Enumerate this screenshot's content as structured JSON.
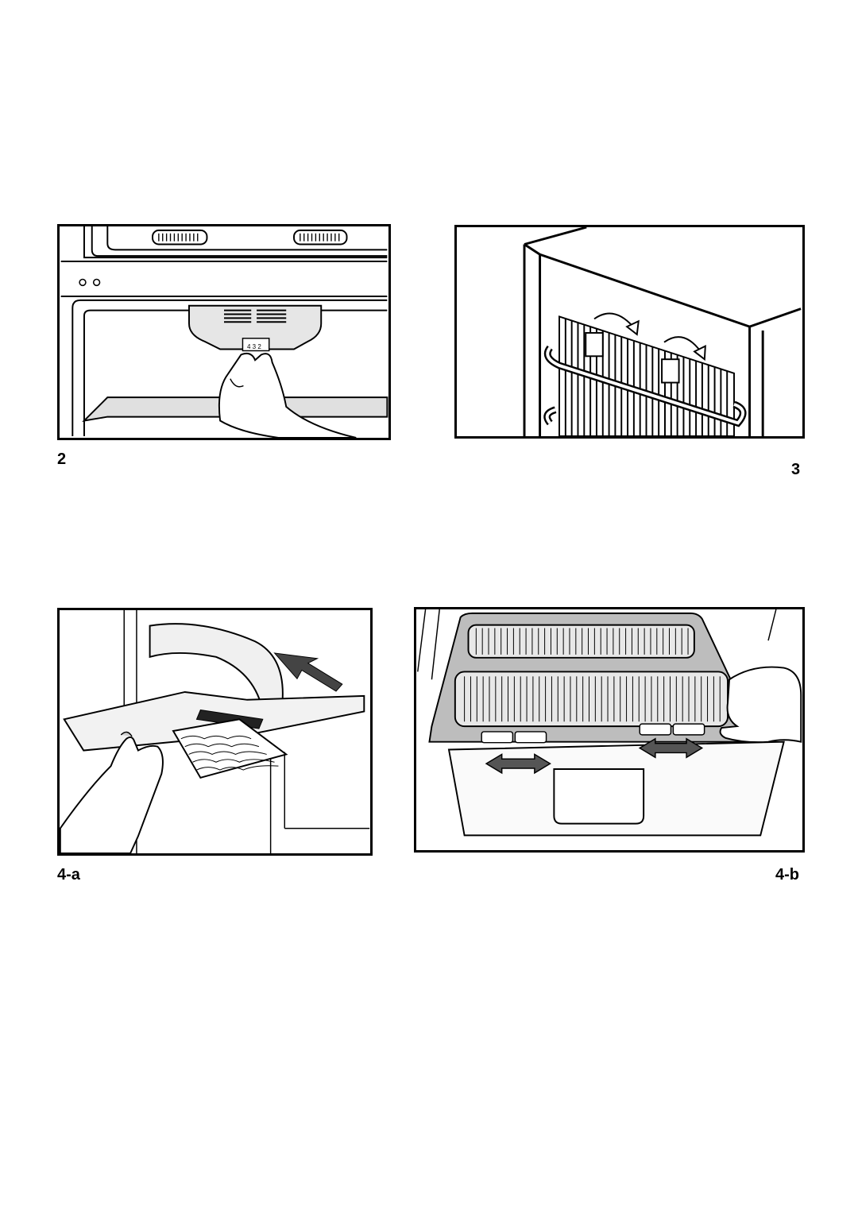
{
  "figures": [
    {
      "caption": "2",
      "dial_marks": "4 3 2"
    },
    {
      "caption": "3"
    },
    {
      "caption": "4-a"
    },
    {
      "caption": "4-b"
    }
  ]
}
